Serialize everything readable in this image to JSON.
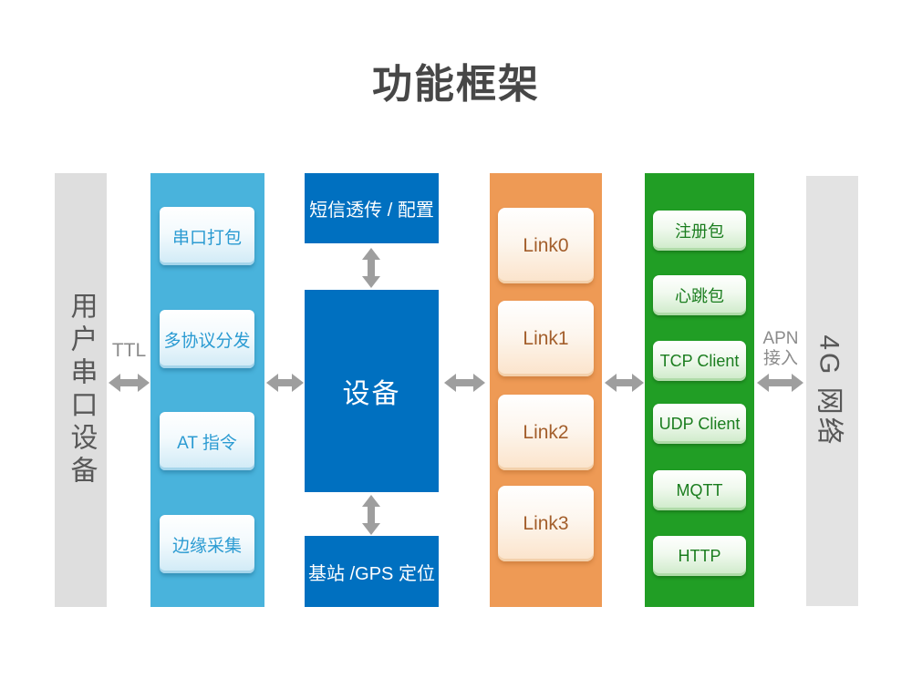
{
  "title": "功能框架",
  "colors": {
    "light_blue_column": "#49b3dc",
    "blue_column": "#0070c0",
    "orange_column": "#ee9a55",
    "green_column": "#219e25",
    "gray_bar": "#dedede",
    "arrow_gray": "#9e9e9e",
    "serial_box_text": "#2b9bd2",
    "link_box_text": "#a35e2b",
    "protocol_box_text": "#1a7d1e"
  },
  "left_bar": {
    "label": "用户串口设备"
  },
  "right_bar": {
    "label": "4G 网络"
  },
  "labels": {
    "ttl": "TTL",
    "apn_line1": "APN",
    "apn_line2": "接入"
  },
  "serial_column": {
    "items": [
      "串口打包",
      "多协议分发",
      "AT 指令",
      "边缘采集"
    ]
  },
  "device_column": {
    "top_box": "短信透传 / 配置",
    "center_box": "设备",
    "bottom_box": "基站 /GPS 定位"
  },
  "link_column": {
    "items": [
      "Link0",
      "Link1",
      "Link2",
      "Link3"
    ]
  },
  "protocol_column": {
    "items": [
      "注册包",
      "心跳包",
      "TCP Client",
      "UDP Client",
      "MQTT",
      "HTTP"
    ]
  }
}
